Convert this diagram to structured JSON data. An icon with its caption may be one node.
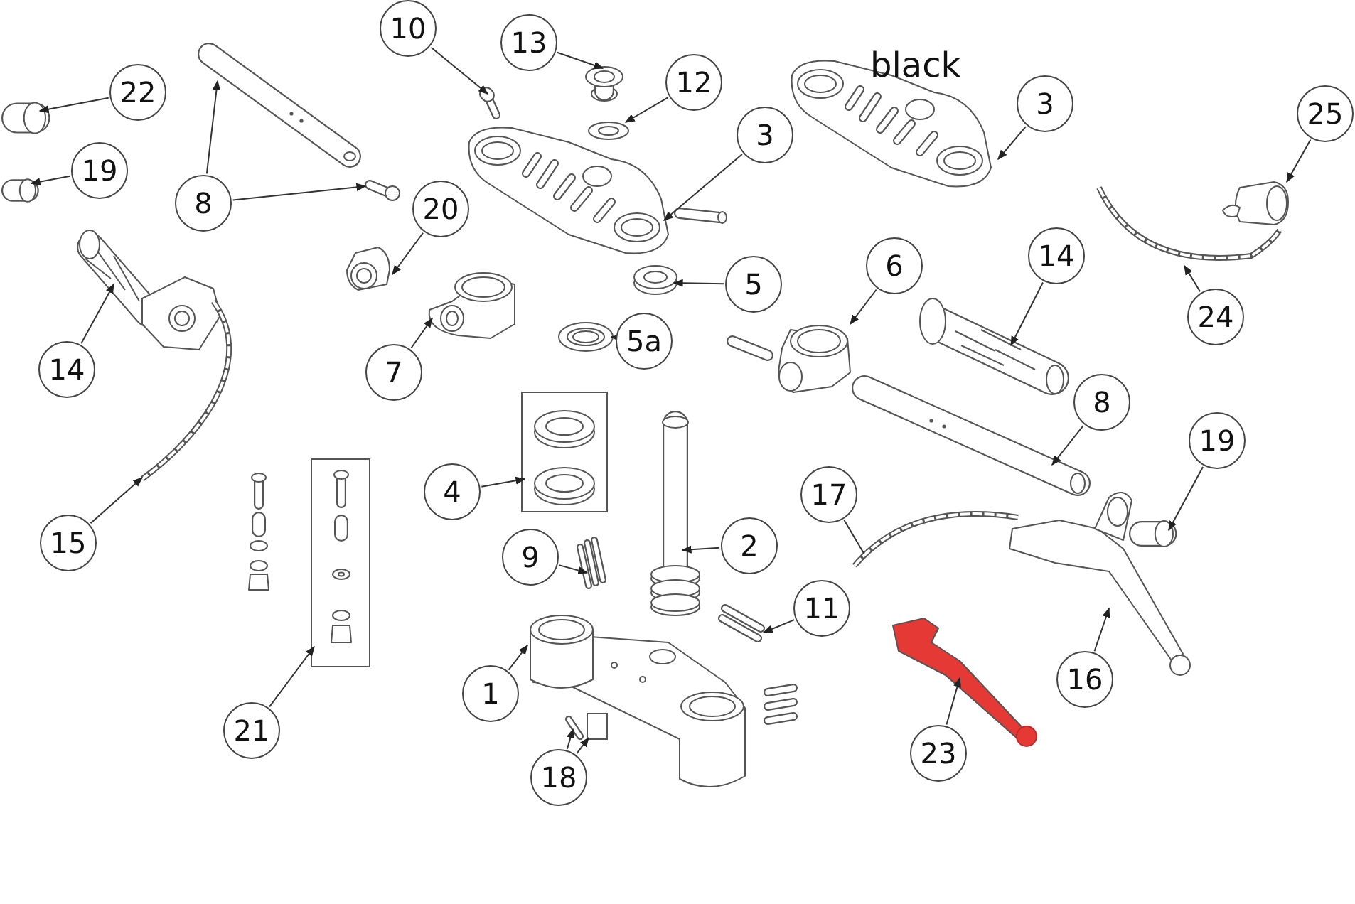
{
  "diagram": {
    "nodes": [
      {
        "text": [
          "10"
        ]
      },
      {
        "text": [
          "13"
        ]
      },
      {
        "text": [
          "22"
        ]
      },
      {
        "text": [
          "12"
        ]
      },
      {
        "text": [
          "3"
        ]
      },
      {
        "text": [
          "3"
        ]
      },
      {
        "text": [
          "25"
        ]
      },
      {
        "text": [
          "19"
        ]
      },
      {
        "text": [
          "8"
        ]
      },
      {
        "text": [
          "20"
        ]
      },
      {
        "text": [
          "5"
        ]
      },
      {
        "text": [
          "6"
        ]
      },
      {
        "text": [
          "14"
        ]
      },
      {
        "text": [
          "24"
        ]
      },
      {
        "text": [
          "14"
        ]
      },
      {
        "text": [
          "7"
        ]
      },
      {
        "text": [
          "5a"
        ]
      },
      {
        "text": [
          "8"
        ]
      },
      {
        "text": [
          "19"
        ]
      },
      {
        "text": [
          "4"
        ]
      },
      {
        "text": [
          "17"
        ]
      },
      {
        "text": [
          "15"
        ]
      },
      {
        "text": [
          "2"
        ]
      },
      {
        "text": [
          "9"
        ]
      },
      {
        "text": [
          "11"
        ]
      },
      {
        "text": [
          "1"
        ]
      },
      {
        "text": [
          "16"
        ]
      },
      {
        "text": [
          "21"
        ]
      },
      {
        "text": [
          "23"
        ]
      },
      {
        "text": [
          "18"
        ]
      },
      {
        "text": [],
        "shape": "picture"
      },
      {
        "text": [],
        "shape": "picture"
      },
      {
        "text": [],
        "shape": "cylinder"
      },
      {
        "text": [],
        "shape": "picture"
      },
      {
        "text": [],
        "shape": "picture"
      },
      {
        "text": [],
        "shape": "picture"
      },
      {
        "text": [],
        "shape": "picture"
      },
      {
        "text": [],
        "shape": "cylinder"
      },
      {
        "text": [],
        "shape": "picture"
      },
      {
        "text": [],
        "shape": "picture"
      },
      {
        "text": [],
        "shape": "picture"
      },
      {
        "text": [],
        "shape": "picture"
      },
      {
        "text": [],
        "shape": "picture"
      },
      {
        "text": [],
        "shape": "picture"
      },
      {
        "text": [],
        "shape": "picture"
      },
      {
        "text": [],
        "shape": "picture"
      },
      {
        "text": [],
        "shape": "picture"
      },
      {
        "text": [],
        "shape": "picture"
      },
      {
        "text": [],
        "shape": "picture"
      },
      {
        "text": [],
        "shape": "cylinder"
      },
      {
        "text": [],
        "shape": "picture"
      },
      {
        "text": [],
        "shape": "picture"
      },
      {
        "text": [],
        "shape": "picture"
      },
      {
        "text": [],
        "shape": "picture"
      },
      {
        "text": [],
        "shape": "picture"
      },
      {
        "text": [],
        "shape": "picture"
      },
      {
        "text": [],
        "shape": "picture"
      },
      {
        "text": [],
        "shape": "picture"
      },
      {
        "text": [],
        "shape": "picture"
      },
      {
        "text": [],
        "shape": "picture"
      },
      {
        "text": [],
        "shape": "bar"
      },
      {
        "text": [],
        "shape": "box"
      }
    ],
    "edges": [
      {
        "from": 0,
        "to": 30,
        "arrow": "to"
      },
      {
        "from": 1,
        "to": 31,
        "arrow": "to"
      },
      {
        "from": 2,
        "to": 32,
        "arrow": "to"
      },
      {
        "from": 3,
        "to": 33,
        "arrow": "to"
      },
      {
        "from": 4,
        "to": 34,
        "arrow": "to"
      },
      {
        "from": 5,
        "to": 35,
        "arrow": "to"
      },
      {
        "from": 6,
        "to": 36,
        "arrow": "to"
      },
      {
        "from": 7,
        "to": 37,
        "arrow": "to"
      },
      {
        "from": 8,
        "to": 38,
        "arrow": "to"
      },
      {
        "from": 8,
        "to": 39,
        "arrow": "to"
      },
      {
        "from": 9,
        "to": 40,
        "arrow": "to"
      },
      {
        "from": 10,
        "to": 41,
        "arrow": "to"
      },
      {
        "from": 11,
        "to": 42,
        "arrow": "to"
      },
      {
        "from": 12,
        "to": 43,
        "arrow": "to"
      },
      {
        "from": 13,
        "to": 44,
        "arrow": "to"
      },
      {
        "from": 14,
        "to": 45,
        "arrow": "to"
      },
      {
        "from": 15,
        "to": 46,
        "arrow": "to"
      },
      {
        "from": 16,
        "to": 47,
        "arrow": "to"
      },
      {
        "from": 17,
        "to": 48,
        "arrow": "to"
      },
      {
        "from": 18,
        "to": 49,
        "arrow": "to"
      },
      {
        "from": 19,
        "to": 50,
        "arrow": "to"
      },
      {
        "from": 20,
        "to": 51,
        "arrow": "none"
      },
      {
        "from": 21,
        "to": 52,
        "arrow": "to"
      },
      {
        "from": 22,
        "to": 53,
        "arrow": "to"
      },
      {
        "from": 23,
        "to": 54,
        "arrow": "to"
      },
      {
        "from": 24,
        "to": 55,
        "arrow": "to"
      },
      {
        "from": 25,
        "to": 56,
        "arrow": "to"
      },
      {
        "from": 26,
        "to": 57,
        "arrow": "to"
      },
      {
        "from": 27,
        "to": 58,
        "arrow": "to"
      },
      {
        "from": 28,
        "to": 59,
        "arrow": "to"
      },
      {
        "from": 29,
        "to": 60,
        "arrow": "to"
      },
      {
        "from": 29,
        "to": 61,
        "arrow": "to"
      }
    ],
    "labels": [
      "black"
    ]
  }
}
